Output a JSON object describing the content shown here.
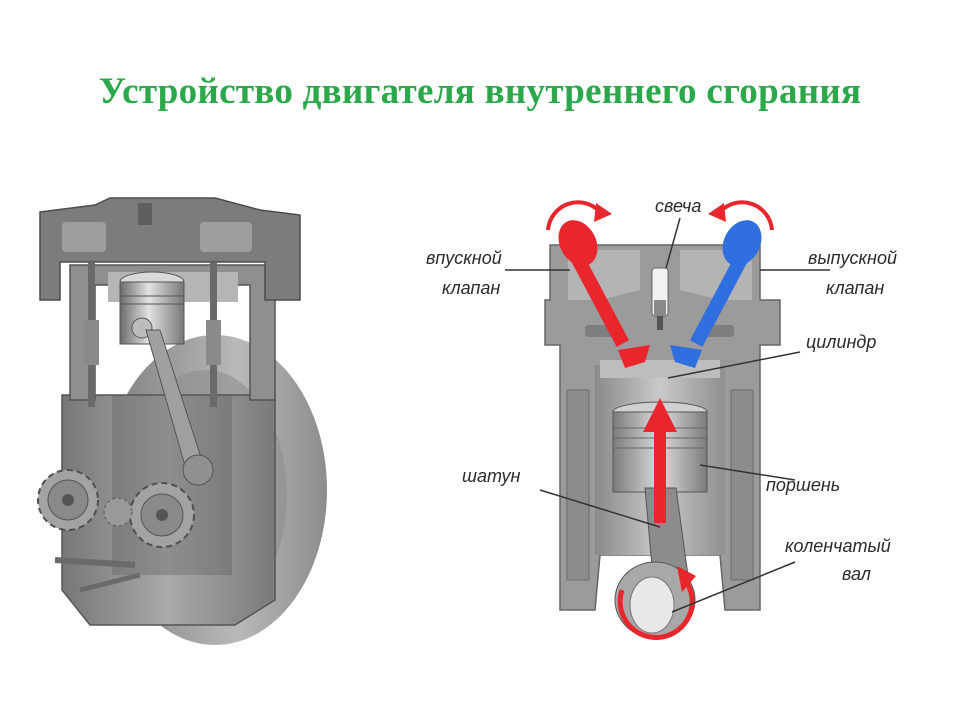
{
  "slide": {
    "title": "Устройство двигателя внутреннего сгорания",
    "colors": {
      "title": "#2aa84a",
      "intake": "#e8262c",
      "exhaust": "#2f6fe0",
      "metal_dark": "#6f6f6f",
      "metal_mid": "#9a9a9a",
      "metal_light": "#cfcfcf",
      "leader": "#333333"
    },
    "icons": [
      "engine-cutaway-illustration",
      "cylinder-cross-section-diagram",
      "rotation-arrow-icon",
      "up-arrow-icon"
    ]
  },
  "labels": {
    "spark_plug": "свеча",
    "intake_line1": "впускной",
    "intake_line2": "клапан",
    "exhaust_line1": "выпускной",
    "exhaust_line2": "клапан",
    "cylinder": "цилиндр",
    "connecting_rod": "шатун",
    "piston": "поршень",
    "crankshaft_line1": "коленчатый",
    "crankshaft_line2": "вал"
  }
}
